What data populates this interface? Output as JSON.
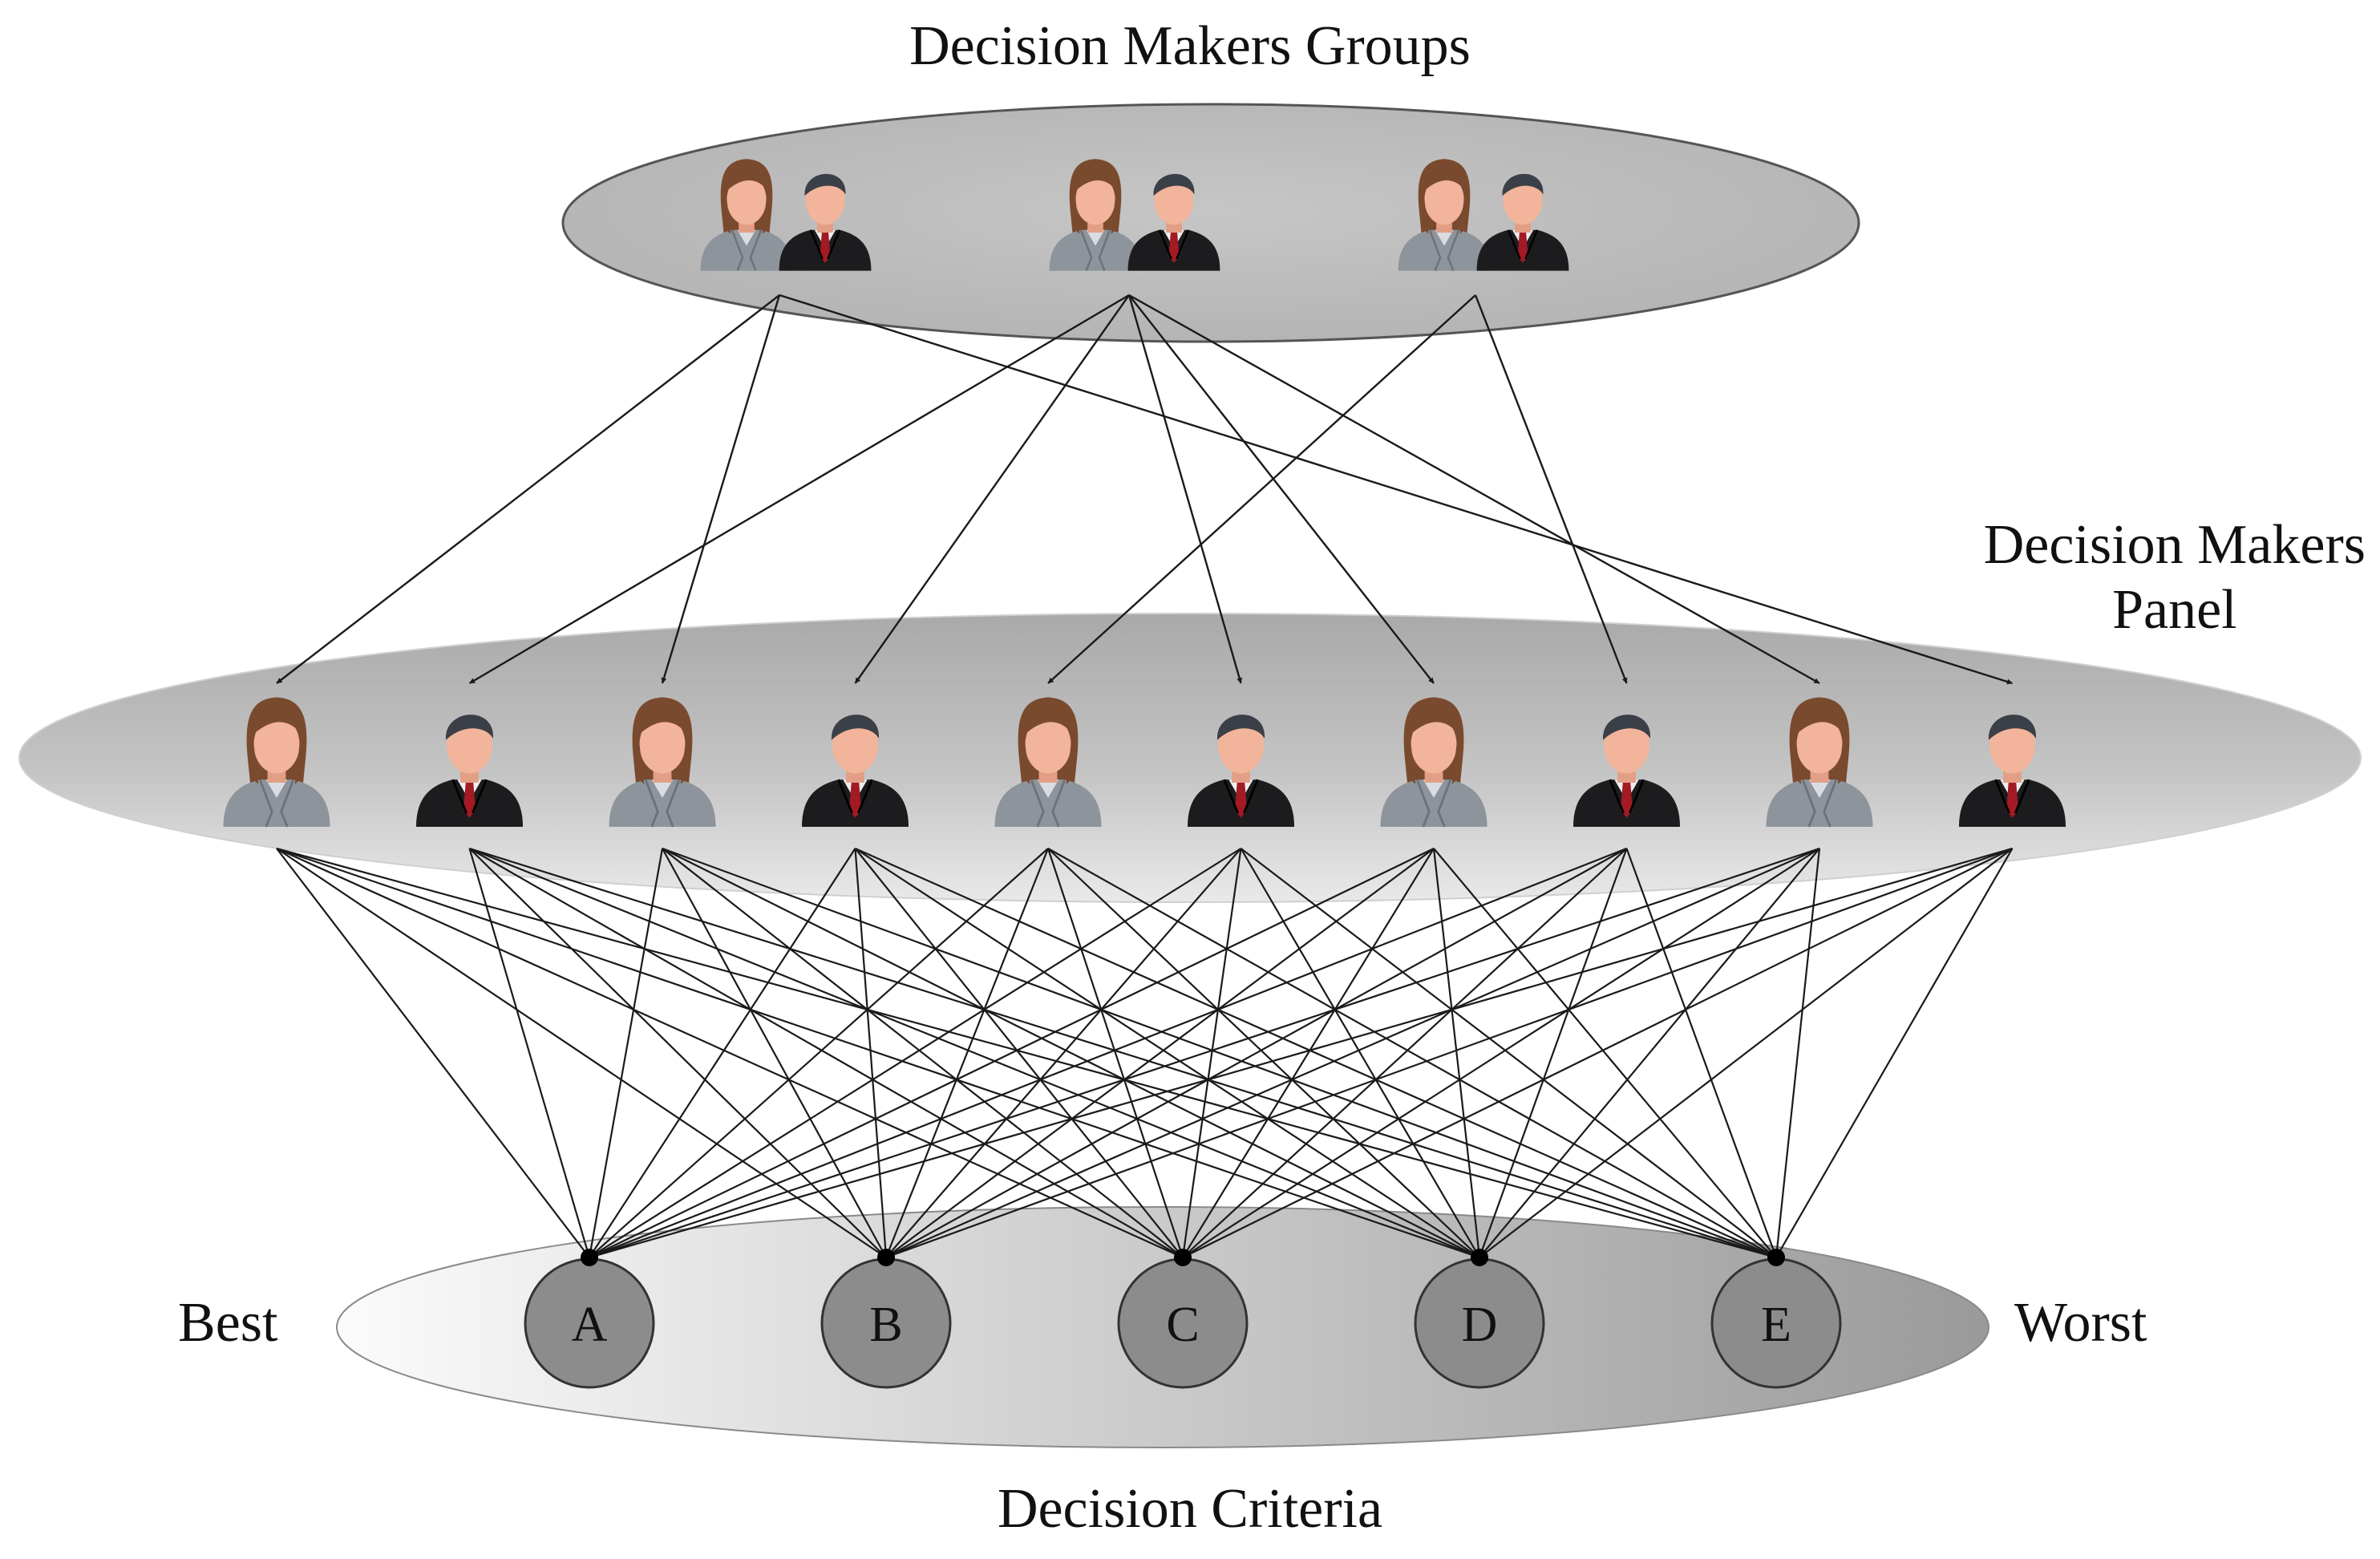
{
  "titles": {
    "groups": "Decision Makers Groups",
    "panel_line1": "Decision Makers",
    "panel_line2": "Panel",
    "criteria": "Decision Criteria"
  },
  "scale": {
    "best": "Best",
    "worst": "Worst"
  },
  "groups": [
    {
      "members": [
        "female",
        "male"
      ]
    },
    {
      "members": [
        "female",
        "male"
      ]
    },
    {
      "members": [
        "female",
        "male"
      ]
    }
  ],
  "panel": [
    "female",
    "male",
    "female",
    "male",
    "female",
    "male",
    "female",
    "male",
    "female",
    "male"
  ],
  "criteria": [
    "A",
    "B",
    "C",
    "D",
    "E"
  ],
  "group_to_panel": [
    [
      0,
      0
    ],
    [
      0,
      2
    ],
    [
      0,
      9
    ],
    [
      1,
      1
    ],
    [
      1,
      3
    ],
    [
      1,
      5
    ],
    [
      1,
      6
    ],
    [
      1,
      8
    ],
    [
      2,
      4
    ],
    [
      2,
      7
    ]
  ],
  "panel_to_criteria": "all",
  "colors": {
    "ellipse_fill": "#bdbdbd",
    "ellipse_stroke": "#555555",
    "criteria_node": "#8c8c8c",
    "line": "#1a1a1a",
    "female_hair": "#7a4a2e",
    "male_hair": "#3b3f47",
    "skin": "#f2b49a",
    "female_suit": "#8e949c",
    "male_suit": "#1c1c1e",
    "tie": "#a31a24"
  }
}
